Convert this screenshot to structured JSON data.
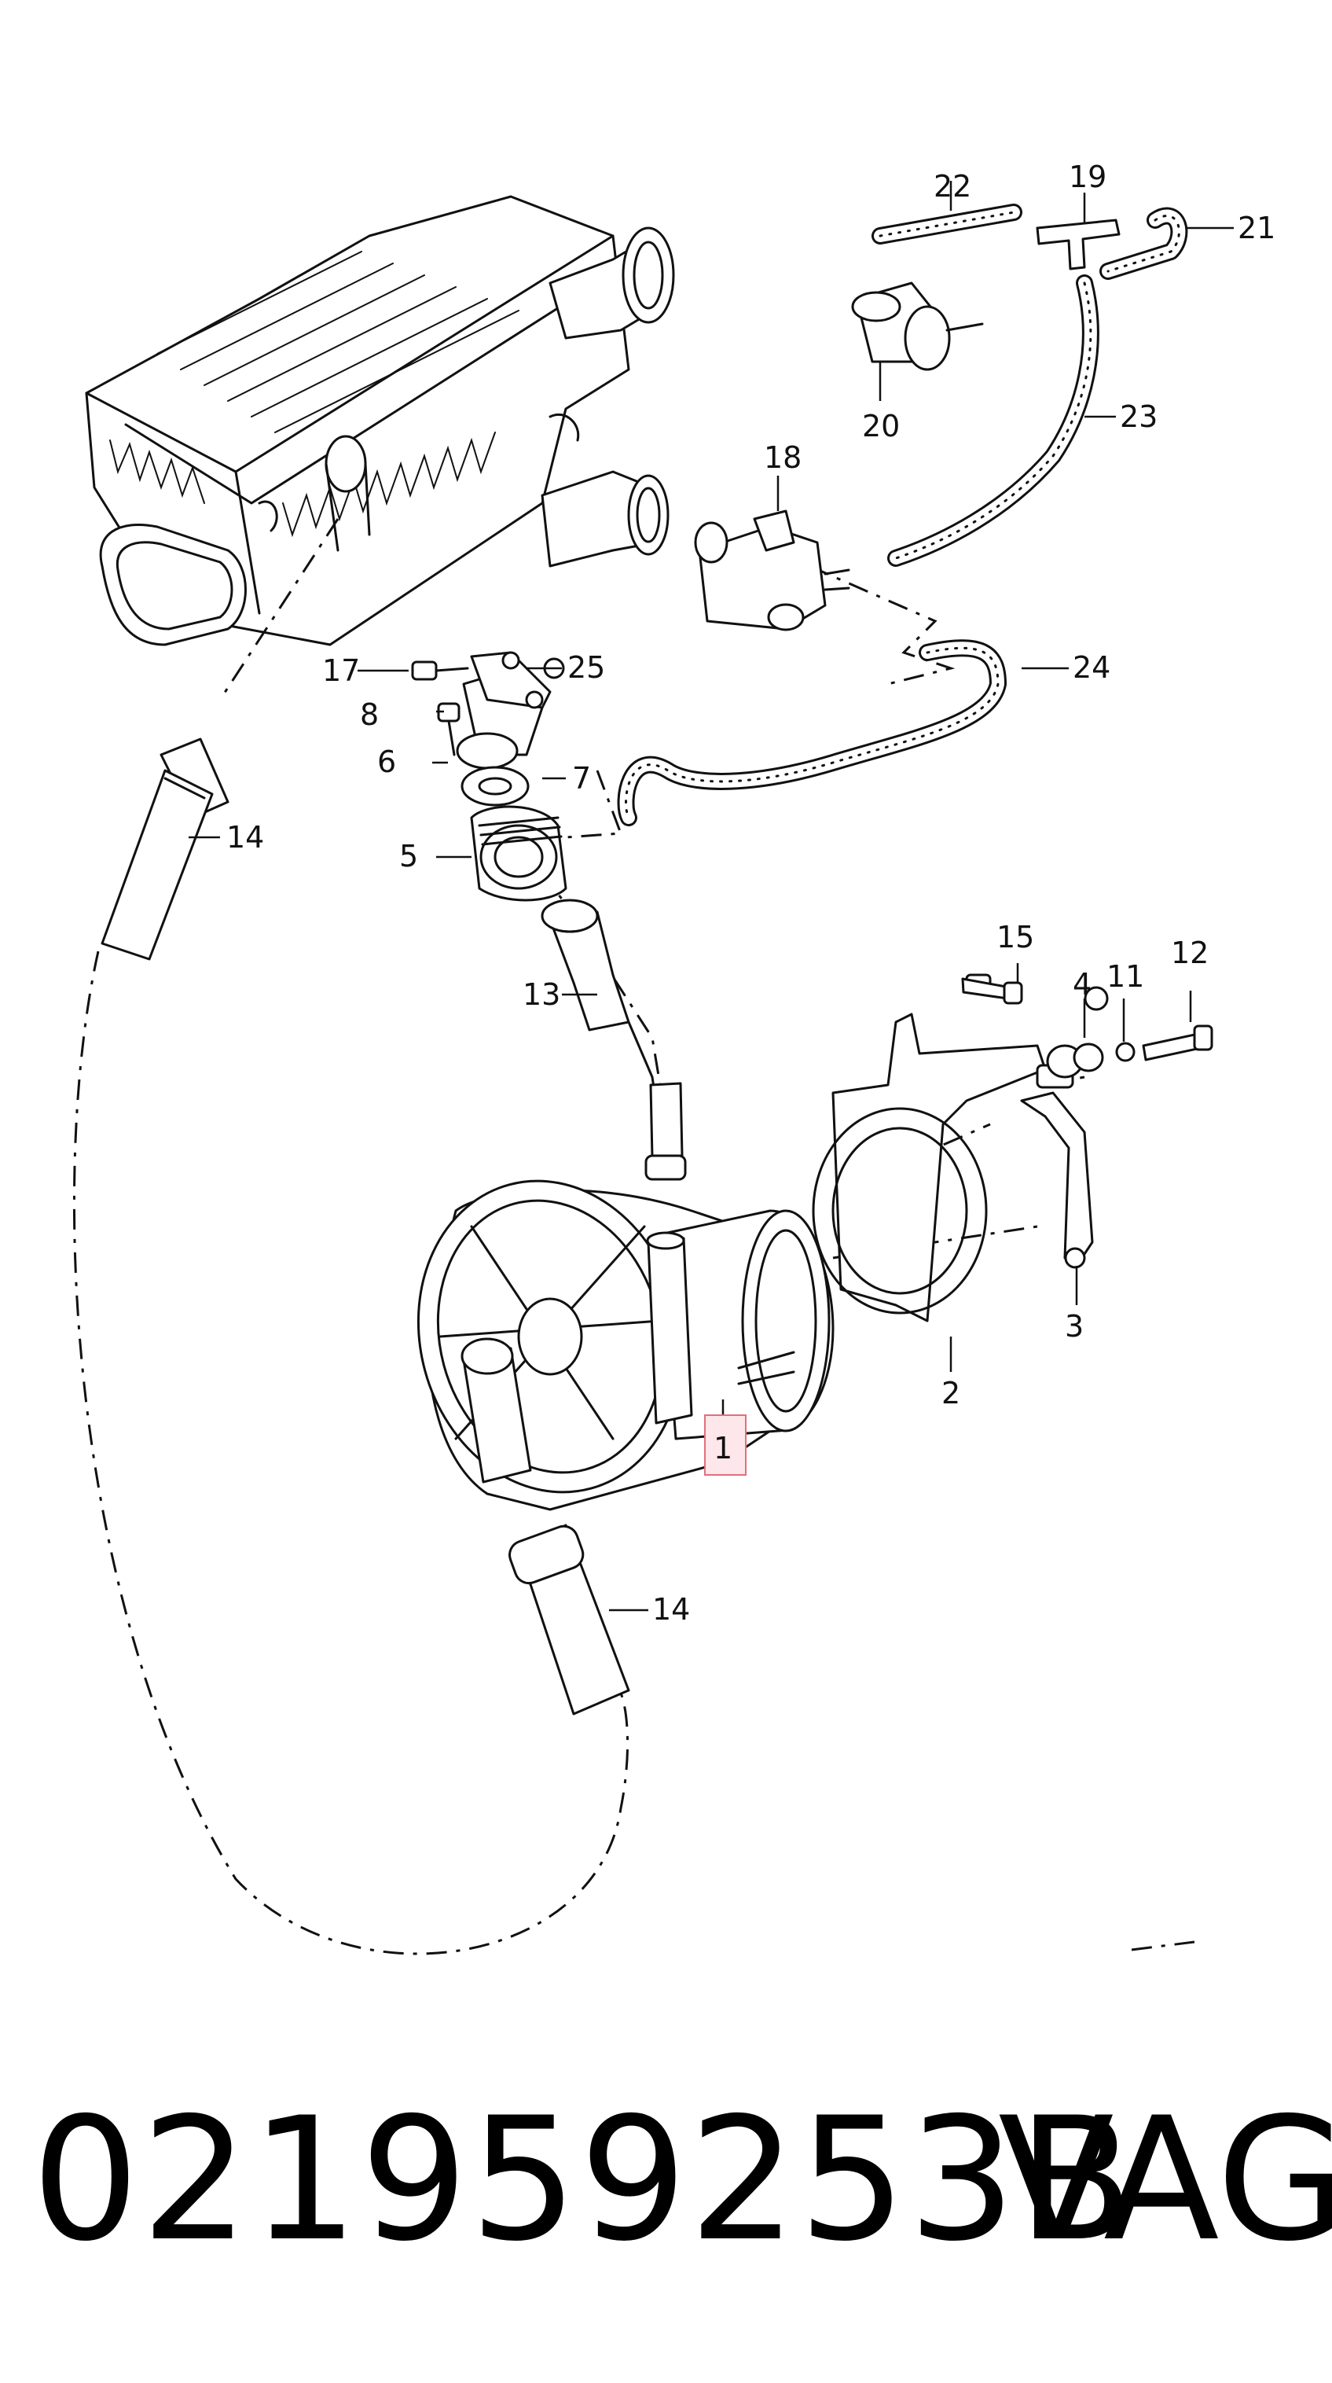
{
  "diagram": {
    "callouts": [
      {
        "id": "c1",
        "label": "1",
        "highlighted": true
      },
      {
        "id": "c2",
        "label": "2"
      },
      {
        "id": "c3",
        "label": "3"
      },
      {
        "id": "c4",
        "label": "4"
      },
      {
        "id": "c5",
        "label": "5"
      },
      {
        "id": "c6",
        "label": "6"
      },
      {
        "id": "c7",
        "label": "7"
      },
      {
        "id": "c8",
        "label": "8"
      },
      {
        "id": "c11",
        "label": "11"
      },
      {
        "id": "c12",
        "label": "12"
      },
      {
        "id": "c13",
        "label": "13"
      },
      {
        "id": "c14a",
        "label": "14"
      },
      {
        "id": "c14b",
        "label": "14"
      },
      {
        "id": "c15",
        "label": "15"
      },
      {
        "id": "c17",
        "label": "17"
      },
      {
        "id": "c18",
        "label": "18"
      },
      {
        "id": "c19",
        "label": "19"
      },
      {
        "id": "c20",
        "label": "20"
      },
      {
        "id": "c21",
        "label": "21"
      },
      {
        "id": "c22",
        "label": "22"
      },
      {
        "id": "c23",
        "label": "23"
      },
      {
        "id": "c24",
        "label": "24"
      },
      {
        "id": "c25",
        "label": "25"
      }
    ],
    "highlight_color": "#e0707a",
    "highlight_fill": "#fde7ea"
  },
  "footer": {
    "part_number": "021959253B",
    "brand": "VAG"
  }
}
